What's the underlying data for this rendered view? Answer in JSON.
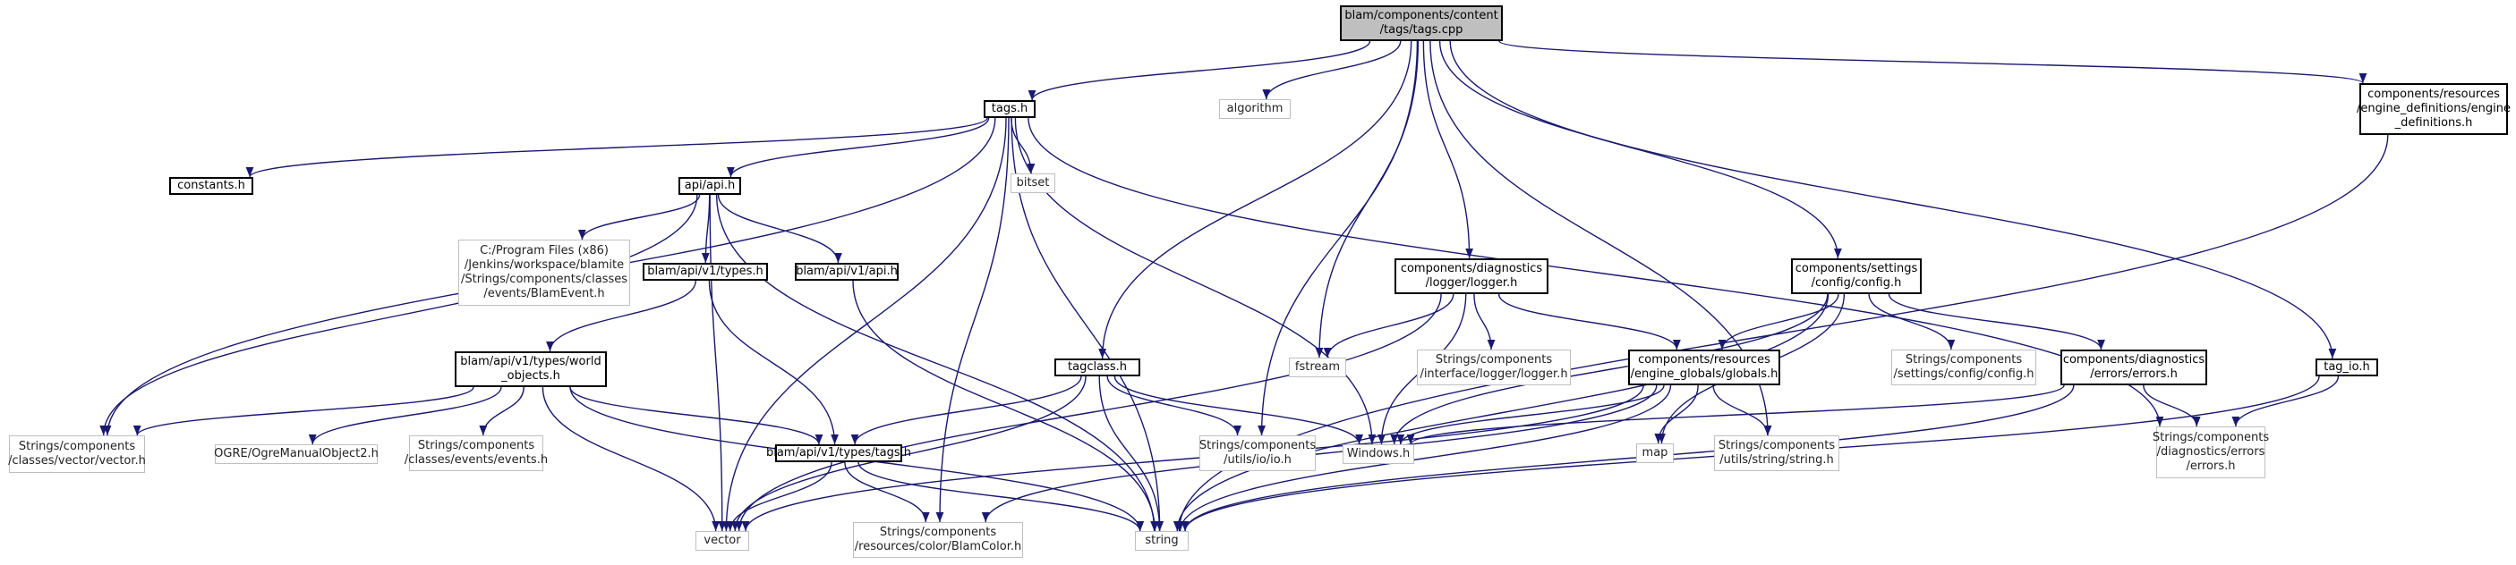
{
  "colors": {
    "edge": "#191970",
    "root_fill": "#bfbfbf",
    "doc_border": "#000000",
    "external_border": "#bfbfbf",
    "background": "#ffffff"
  },
  "nodes": [
    {
      "id": "root",
      "label": "blam/components/content\n/tags/tags.cpp",
      "kind": "root"
    },
    {
      "id": "tags_h",
      "label": "tags.h",
      "kind": "doc"
    },
    {
      "id": "algorithm",
      "label": "algorithm",
      "kind": "external"
    },
    {
      "id": "engine_defs",
      "label": "components/resources\n/engine_definitions/engine\n_definitions.h",
      "kind": "doc"
    },
    {
      "id": "constants_h",
      "label": "constants.h",
      "kind": "doc"
    },
    {
      "id": "api_api_h",
      "label": "api/api.h",
      "kind": "doc"
    },
    {
      "id": "bitset",
      "label": "bitset",
      "kind": "external"
    },
    {
      "id": "blamevent",
      "label": "C:/Program Files (x86)\n/Jenkins/workspace/blamite\n/Strings/components/classes\n/events/BlamEvent.h",
      "kind": "external"
    },
    {
      "id": "types_h",
      "label": "blam/api/v1/types.h",
      "kind": "doc"
    },
    {
      "id": "v1_api_h",
      "label": "blam/api/v1/api.h",
      "kind": "doc"
    },
    {
      "id": "logger_h",
      "label": "components/diagnostics\n/logger/logger.h",
      "kind": "doc"
    },
    {
      "id": "config_h",
      "label": "components/settings\n/config/config.h",
      "kind": "doc"
    },
    {
      "id": "world_objects",
      "label": "blam/api/v1/types/world\n_objects.h",
      "kind": "doc"
    },
    {
      "id": "tagclass_h",
      "label": "tagclass.h",
      "kind": "doc"
    },
    {
      "id": "fstream",
      "label": "fstream",
      "kind": "external"
    },
    {
      "id": "str_logger",
      "label": "Strings/components\n/interface/logger/logger.h",
      "kind": "external"
    },
    {
      "id": "globals_h",
      "label": "components/resources\n/engine_globals/globals.h",
      "kind": "doc"
    },
    {
      "id": "str_config",
      "label": "Strings/components\n/settings/config/config.h",
      "kind": "external"
    },
    {
      "id": "errors_h",
      "label": "components/diagnostics\n/errors/errors.h",
      "kind": "doc"
    },
    {
      "id": "tag_io_h",
      "label": "tag_io.h",
      "kind": "doc"
    },
    {
      "id": "str_vector",
      "label": "Strings/components\n/classes/vector/vector.h",
      "kind": "external"
    },
    {
      "id": "ogre",
      "label": "OGRE/OgreManualObject2.h",
      "kind": "external"
    },
    {
      "id": "str_events",
      "label": "Strings/components\n/classes/events/events.h",
      "kind": "external"
    },
    {
      "id": "types_tags_h",
      "label": "blam/api/v1/types/tags.h",
      "kind": "doc"
    },
    {
      "id": "str_iolio",
      "label": "Strings/components\n/utils/io/io.h",
      "kind": "external"
    },
    {
      "id": "windows_h",
      "label": "Windows.h",
      "kind": "external"
    },
    {
      "id": "map",
      "label": "map",
      "kind": "external"
    },
    {
      "id": "str_string",
      "label": "Strings/components\n/utils/string/string.h",
      "kind": "external"
    },
    {
      "id": "str_errors",
      "label": "Strings/components\n/diagnostics/errors\n/errors.h",
      "kind": "external"
    },
    {
      "id": "vector",
      "label": "vector",
      "kind": "external"
    },
    {
      "id": "blamcolor",
      "label": "Strings/components\n/resources/color/BlamColor.h",
      "kind": "external"
    },
    {
      "id": "string",
      "label": "string",
      "kind": "external"
    }
  ],
  "edges": [
    [
      "root",
      "tags_h"
    ],
    [
      "root",
      "algorithm"
    ],
    [
      "root",
      "engine_defs"
    ],
    [
      "root",
      "tagclass_h"
    ],
    [
      "root",
      "logger_h"
    ],
    [
      "root",
      "fstream"
    ],
    [
      "root",
      "str_iolio"
    ],
    [
      "root",
      "config_h"
    ],
    [
      "root",
      "str_string"
    ],
    [
      "root",
      "tag_io_h"
    ],
    [
      "tags_h",
      "constants_h"
    ],
    [
      "tags_h",
      "api_api_h"
    ],
    [
      "tags_h",
      "bitset"
    ],
    [
      "tags_h",
      "str_vector"
    ],
    [
      "tags_h",
      "blamcolor"
    ],
    [
      "tags_h",
      "vector"
    ],
    [
      "tags_h",
      "string"
    ],
    [
      "tags_h",
      "windows_h"
    ],
    [
      "tags_h",
      "str_errors"
    ],
    [
      "api_api_h",
      "blamevent"
    ],
    [
      "api_api_h",
      "types_h"
    ],
    [
      "api_api_h",
      "v1_api_h"
    ],
    [
      "api_api_h",
      "str_vector"
    ],
    [
      "api_api_h",
      "vector"
    ],
    [
      "api_api_h",
      "string"
    ],
    [
      "types_h",
      "world_objects"
    ],
    [
      "types_h",
      "types_tags_h"
    ],
    [
      "v1_api_h",
      "string"
    ],
    [
      "world_objects",
      "str_vector"
    ],
    [
      "world_objects",
      "ogre"
    ],
    [
      "world_objects",
      "str_events"
    ],
    [
      "world_objects",
      "types_tags_h"
    ],
    [
      "world_objects",
      "vector"
    ],
    [
      "world_objects",
      "string"
    ],
    [
      "types_tags_h",
      "vector"
    ],
    [
      "types_tags_h",
      "blamcolor"
    ],
    [
      "types_tags_h",
      "string"
    ],
    [
      "tagclass_h",
      "types_tags_h"
    ],
    [
      "tagclass_h",
      "str_iolio"
    ],
    [
      "tagclass_h",
      "windows_h"
    ],
    [
      "tagclass_h",
      "vector"
    ],
    [
      "tagclass_h",
      "string"
    ],
    [
      "logger_h",
      "vector"
    ],
    [
      "logger_h",
      "fstream"
    ],
    [
      "logger_h",
      "str_logger"
    ],
    [
      "logger_h",
      "globals_h"
    ],
    [
      "logger_h",
      "windows_h"
    ],
    [
      "config_h",
      "globals_h"
    ],
    [
      "config_h",
      "str_config"
    ],
    [
      "config_h",
      "errors_h"
    ],
    [
      "config_h",
      "windows_h"
    ],
    [
      "config_h",
      "map"
    ],
    [
      "config_h",
      "string"
    ],
    [
      "globals_h",
      "windows_h"
    ],
    [
      "globals_h",
      "map"
    ],
    [
      "globals_h",
      "str_string"
    ],
    [
      "globals_h",
      "vector"
    ],
    [
      "globals_h",
      "blamcolor"
    ],
    [
      "globals_h",
      "string"
    ],
    [
      "errors_h",
      "windows_h"
    ],
    [
      "errors_h",
      "str_errors"
    ],
    [
      "errors_h",
      "string"
    ],
    [
      "tag_io_h",
      "str_errors"
    ],
    [
      "tag_io_h",
      "string"
    ],
    [
      "engine_defs",
      "string"
    ]
  ]
}
